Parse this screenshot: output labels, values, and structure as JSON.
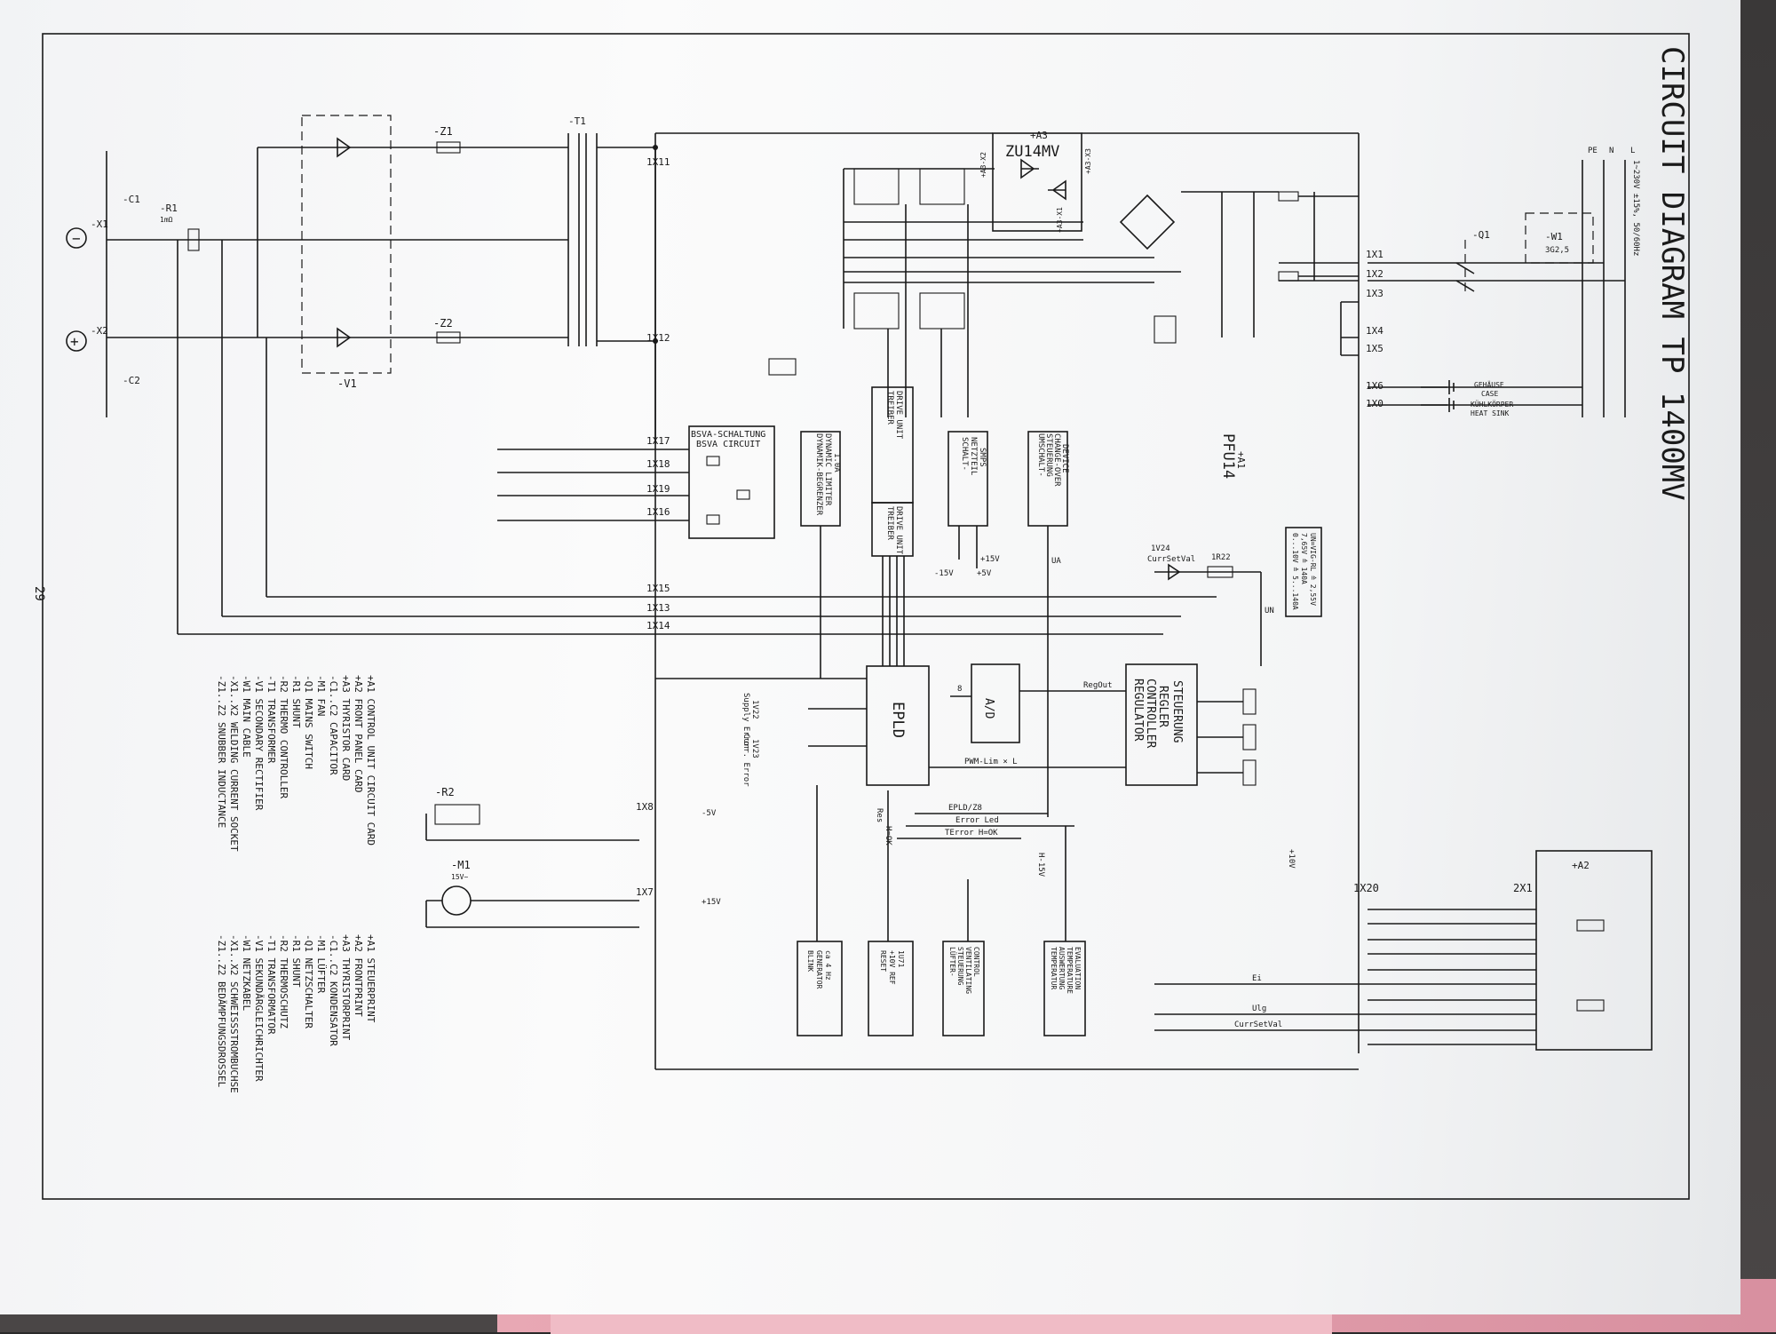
{
  "title": "CIRCUIT DIAGRAM TP 1400MV",
  "page_number": "29",
  "mains": {
    "spec": "1~230V ±15%, 50/60Hz",
    "terminals": [
      "L",
      "N",
      "PE"
    ],
    "cable": "-W1",
    "cable_spec": "3G2,5",
    "switch": "-Q1"
  },
  "components": {
    "t1": "-T1",
    "z1": "-Z1",
    "z2": "-Z2",
    "v1": "-V1",
    "r1": "-R1",
    "r1_val": "1mΩ",
    "c1": "-C1",
    "c2": "-C2",
    "x1": "-X1",
    "x2": "-X2",
    "minus": "−",
    "plus": "+",
    "a3": "+A3",
    "a3_name": "ZU14MV",
    "a3_x2": "+A3-X2",
    "a3_x3": "+A3-X3",
    "a3_x1": "+A3-X1",
    "a1": "+A1",
    "a1_name": "PFU14",
    "a2": "+A2",
    "r2": "-R2",
    "m1": "-M1",
    "m1_v": "15V~"
  },
  "connectors": {
    "x11": "1X11",
    "x12": "1X12",
    "x17": "1X17",
    "x18": "1X18",
    "x19": "1X19",
    "x16": "1X16",
    "x15": "1X15",
    "x13": "1X13",
    "x14": "1X14",
    "x1": "1X1",
    "x2": "1X2",
    "x3": "1X3",
    "x4": "1X4",
    "x5": "1X5",
    "x6": "1X6",
    "x0": "1X0",
    "x8": "1X8",
    "x7": "1X7",
    "x20": "1X20",
    "x2x1": "2X1"
  },
  "blocks": {
    "bsva": [
      "BSVA-SCHALTUNG",
      "BSVA CIRCUIT"
    ],
    "dynamic": [
      "DYNAMIK-BEGRENZER",
      "DYNAMIC LIMITER",
      "1.0A"
    ],
    "treiber1": [
      "TREIBER",
      "DRIVE UNIT"
    ],
    "treiber2": [
      "TREIBER",
      "DRIVE UNIT"
    ],
    "smps": [
      "SCHALT-",
      "NETZTEIL",
      "SMPS"
    ],
    "change": [
      "UMSCHALT-",
      "STEUERUNG",
      "CHANGE-OVER",
      "DEVICE"
    ],
    "epld": "EPLD",
    "ad": "A/D",
    "controller": [
      "STEUERUNG",
      "REGLER",
      "CONTROLLER",
      "REGULATOR"
    ],
    "temp": [
      "TEMPERATUR",
      "AUSWERTUNG",
      "TEMPERATURE",
      "EVALUATION"
    ],
    "fan": [
      "LÜFTER-",
      "STEUERUNG",
      "VENTILATING",
      "CONTROL"
    ],
    "reset": [
      "RESET",
      "+10V REF",
      "1U71"
    ],
    "blink": [
      "BLINK",
      "GENERATOR",
      "ca 4 Hz"
    ]
  },
  "signals": {
    "reg_out": "RegOut",
    "pwm": "PWM-Lim × L",
    "epld_z8": "EPLD/Z8",
    "error_led": "Error Led",
    "terror": "TError  H=OK",
    "res": "Res",
    "hok": "H=OK",
    "h15v": "H-15V",
    "ei": "Ei",
    "ulg": "Ulg",
    "curr_set_val": "CurrSetVal",
    "un": "UN",
    "v24": "1V24",
    "r22": "1R22",
    "v22": "1V22",
    "v23": "1V23",
    "supply_error": "Supply Error",
    "curr_error": "Curr. Error",
    "p15v": "+15V",
    "n15v": "-15V",
    "p5v": "+5V",
    "n5v": "-5V",
    "p10v": "+10V",
    "ua": "UA",
    "b": "8"
  },
  "spec_box": [
    "0...10V ≙ 5...140A",
    "7,65V ≙ 140A",
    "UN=VIG-RL ≙ 2,55V"
  ],
  "earth": {
    "case": [
      "GEHÄUSE",
      "CASE"
    ],
    "heatsink": [
      "KÜHLKÖRPER",
      "HEAT SINK"
    ]
  },
  "legend_en": [
    "+A1  CONTROL UNIT CIRCUIT CARD",
    "+A2  FRONT PANEL CARD",
    "+A3  THYRISTOR CARD",
    "-C1..C2  CAPACITOR",
    "-M1  FAN",
    "-Q1  MAINS SWITCH",
    "-R1  SHUNT",
    "-R2  THERMO CONTROLLER",
    "-T1  TRANSFORMER",
    "-V1  SECONDARY RECTIFIER",
    "-W1  MAIN CABLE",
    "-X1..X2  WELDING CURRENT SOCKET",
    "-Z1..Z2  SNUBBER INDUCTANCE"
  ],
  "legend_de": [
    "+A1  STEUERPRINT",
    "+A2  FRONTPRINT",
    "+A3  THYRISTORPRINT",
    "-C1..C2  KONDENSATOR",
    "-M1  LÜFTER",
    "-Q1  NETZSCHALTER",
    "-R1  SHUNT",
    "-R2  THERMOSCHUTZ",
    "-T1  TRANSFORMATOR",
    "-V1  SEKUNDÄRGLEICHRICHTER",
    "-W1  NETZKABEL",
    "-X1..X2  SCHWEISSSTROMBUCHSE",
    "-Z1..Z2  BEDÄMPFUNGSDROSSEL"
  ]
}
